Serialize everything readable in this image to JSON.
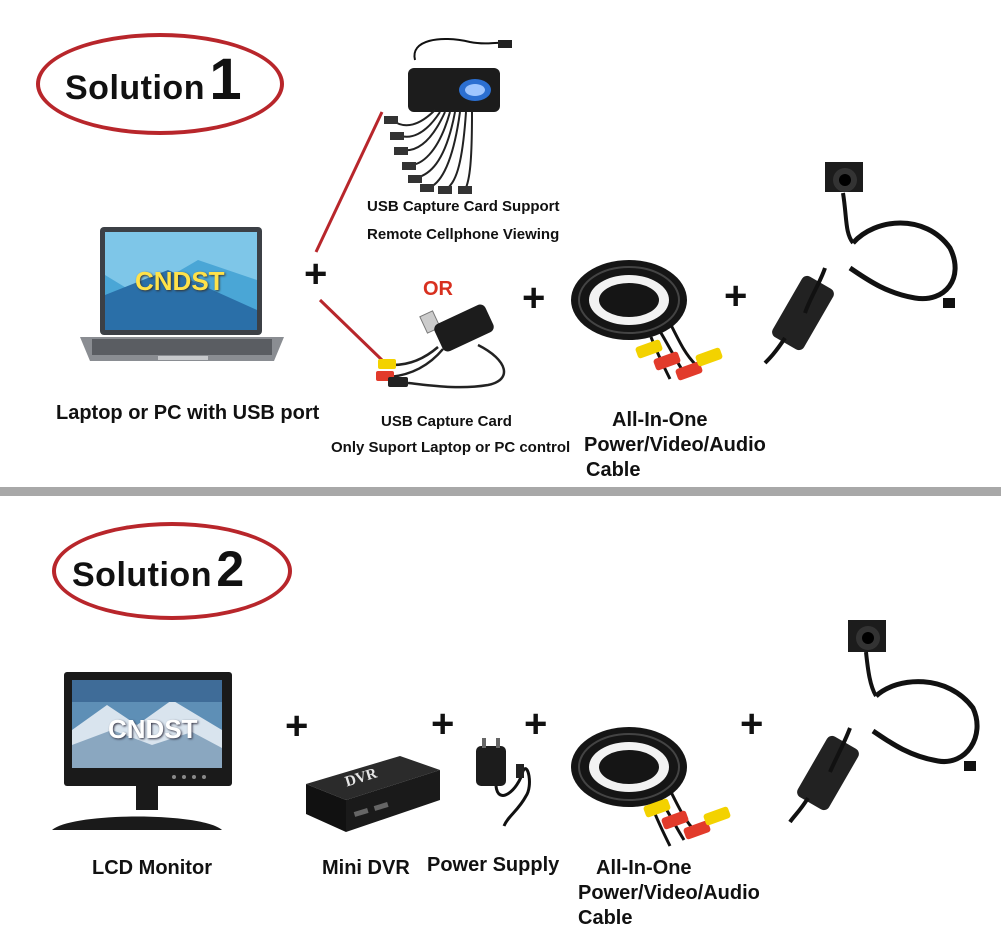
{
  "solution1": {
    "word": "Solution",
    "number": "1",
    "laptop_screen_text": "CNDST",
    "laptop_label": "Laptop or PC with USB port",
    "capture_support_line1": "USB Capture Card Support",
    "capture_support_line2": "Remote Cellphone Viewing",
    "or_label": "OR",
    "capture_card_line1": "USB Capture Card",
    "capture_card_line2": "Only Suport  Laptop or PC control",
    "cable_line1": "All-In-One",
    "cable_line2": "Power/Video/Audio",
    "cable_line3": "Cable",
    "plus": "+"
  },
  "solution2": {
    "word": "Solution",
    "number": "2",
    "monitor_screen_text": "CNDST",
    "monitor_label": "LCD Monitor",
    "dvr_badge": "DVR",
    "dvr_label": "Mini DVR",
    "power_label": "Power Supply",
    "cable_line1": "All-In-One",
    "cable_line2": "Power/Video/Audio",
    "cable_line3": "Cable",
    "plus": "+"
  },
  "colors": {
    "ellipse_red": "#b8262b",
    "or_red": "#d8301f",
    "divider_gray": "#a8a8a8",
    "brand_text": "#ffe24a"
  },
  "icons": [
    "laptop-icon",
    "usb-capture-4ch-icon",
    "usb-capture-card-icon",
    "av-cable-coil-icon",
    "mini-camera-icon",
    "lcd-monitor-icon",
    "mini-dvr-icon",
    "power-adapter-icon"
  ]
}
